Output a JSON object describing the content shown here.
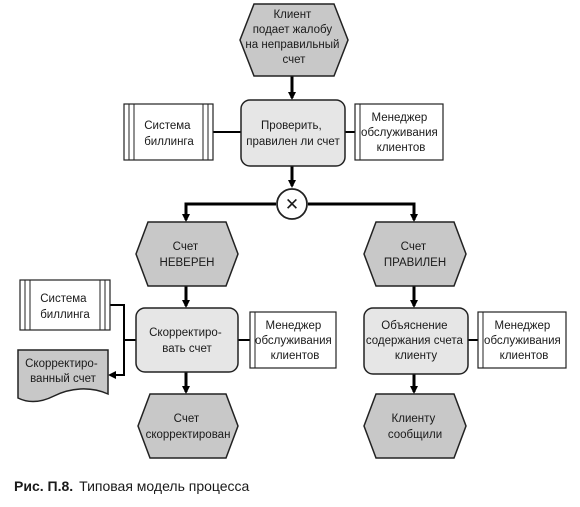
{
  "diagram": {
    "colors": {
      "event_fill": "#c8c8c8",
      "function_fill": "#e6e6e6",
      "system_fill": "#ffffff",
      "stroke": "#222222",
      "arrow": "#000000"
    },
    "nodes": {
      "event_client_complaint": {
        "kind": "event",
        "lines": [
          "Клиент",
          "подает жалобу",
          "на неправильный",
          "счет"
        ]
      },
      "func_check_invoice": {
        "kind": "function",
        "lines": [
          "Проверить,",
          "правилен ли счет"
        ]
      },
      "sys_billing_1": {
        "kind": "system",
        "lines": [
          "Система",
          "биллинга"
        ]
      },
      "org_manager_1": {
        "kind": "org",
        "lines": [
          "Менеджер",
          "обслуживания",
          "клиентов"
        ]
      },
      "connector_xor": {
        "kind": "xor",
        "symbol": "✕"
      },
      "event_invoice_wrong": {
        "kind": "event",
        "lines": [
          "Счет",
          "НЕВЕРЕН"
        ]
      },
      "event_invoice_correct": {
        "kind": "event",
        "lines": [
          "Счет",
          "ПРАВИЛЕН"
        ]
      },
      "func_correct_invoice": {
        "kind": "function",
        "lines": [
          "Скорректиро-",
          "вать счет"
        ]
      },
      "org_manager_2": {
        "kind": "org",
        "lines": [
          "Менеджер",
          "обслуживания",
          "клиентов"
        ]
      },
      "sys_billing_2": {
        "kind": "system",
        "lines": [
          "Система",
          "биллинга"
        ]
      },
      "doc_corrected_invoice": {
        "kind": "document",
        "lines": [
          "Скорректиро-",
          "ванный счет"
        ]
      },
      "event_invoice_corrected": {
        "kind": "event",
        "lines": [
          "Счет",
          "скорректирован"
        ]
      },
      "func_explain": {
        "kind": "function",
        "lines": [
          "Объяснение",
          "содержания счета",
          "клиенту"
        ]
      },
      "org_manager_3": {
        "kind": "org",
        "lines": [
          "Менеджер",
          "обслуживания",
          "клиентов"
        ]
      },
      "event_client_informed": {
        "kind": "event",
        "lines": [
          "Клиенту",
          "сообщили"
        ]
      }
    }
  },
  "caption": {
    "label": "Рис. П.8.",
    "text": "Типовая модель процесса"
  }
}
